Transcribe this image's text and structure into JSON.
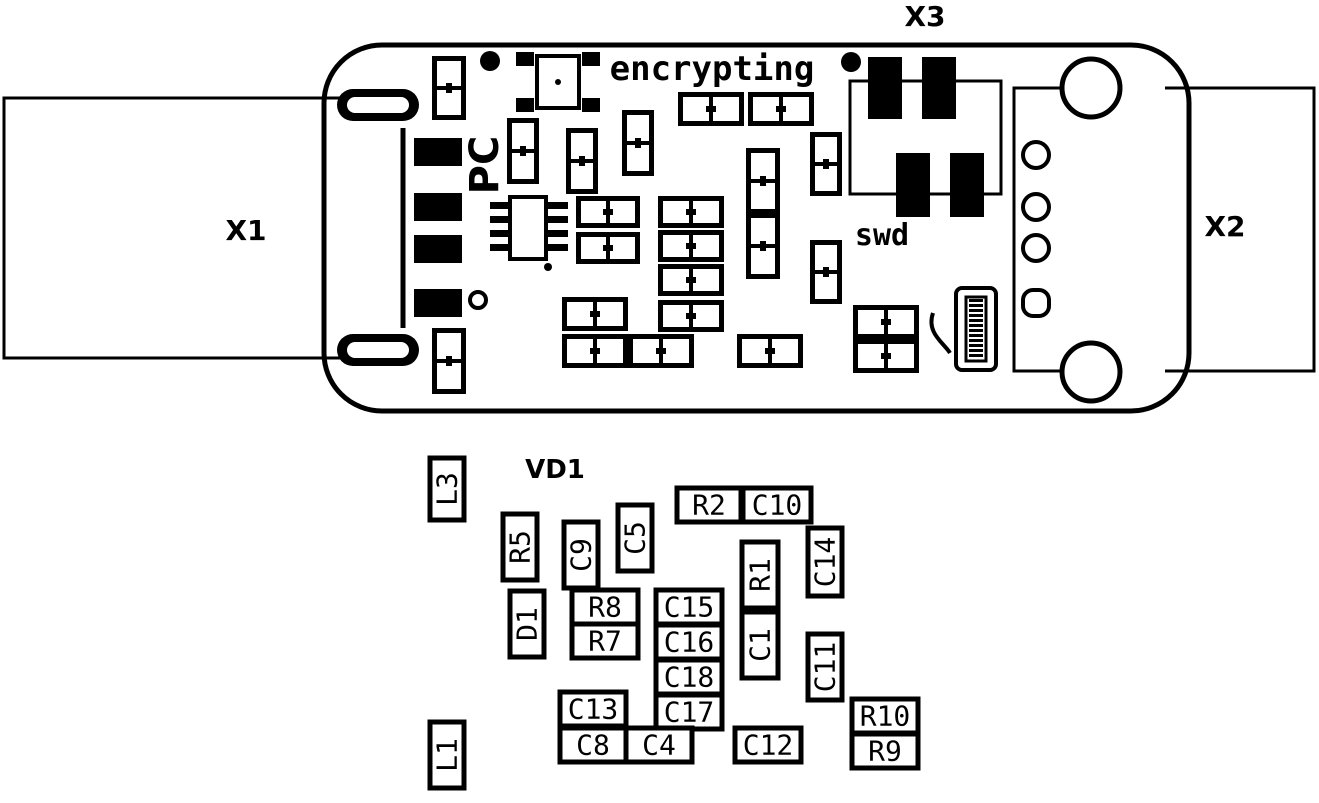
{
  "board": {
    "silk_text": "encrypting",
    "pc_text": "PC",
    "swd_text": "swd"
  },
  "connectors": {
    "x1": "X1",
    "x2": "X2",
    "x3": "X3"
  },
  "assembly": {
    "vd1": "VD1",
    "parts": {
      "L3": "L3",
      "L1": "L1",
      "R5": "R5",
      "D1": "D1",
      "C9": "C9",
      "C5": "C5",
      "R2": "R2",
      "C10": "C10",
      "R1": "R1",
      "C1": "C1",
      "C14": "C14",
      "C11": "C11",
      "R8": "R8",
      "R7": "R7",
      "C15": "C15",
      "C16": "C16",
      "C18": "C18",
      "C17": "C17",
      "C13": "C13",
      "C8": "C8",
      "C4": "C4",
      "C12": "C12",
      "R10": "R10",
      "R9": "R9"
    }
  },
  "colors": {
    "ink": "#000000",
    "paper": "#ffffff"
  }
}
